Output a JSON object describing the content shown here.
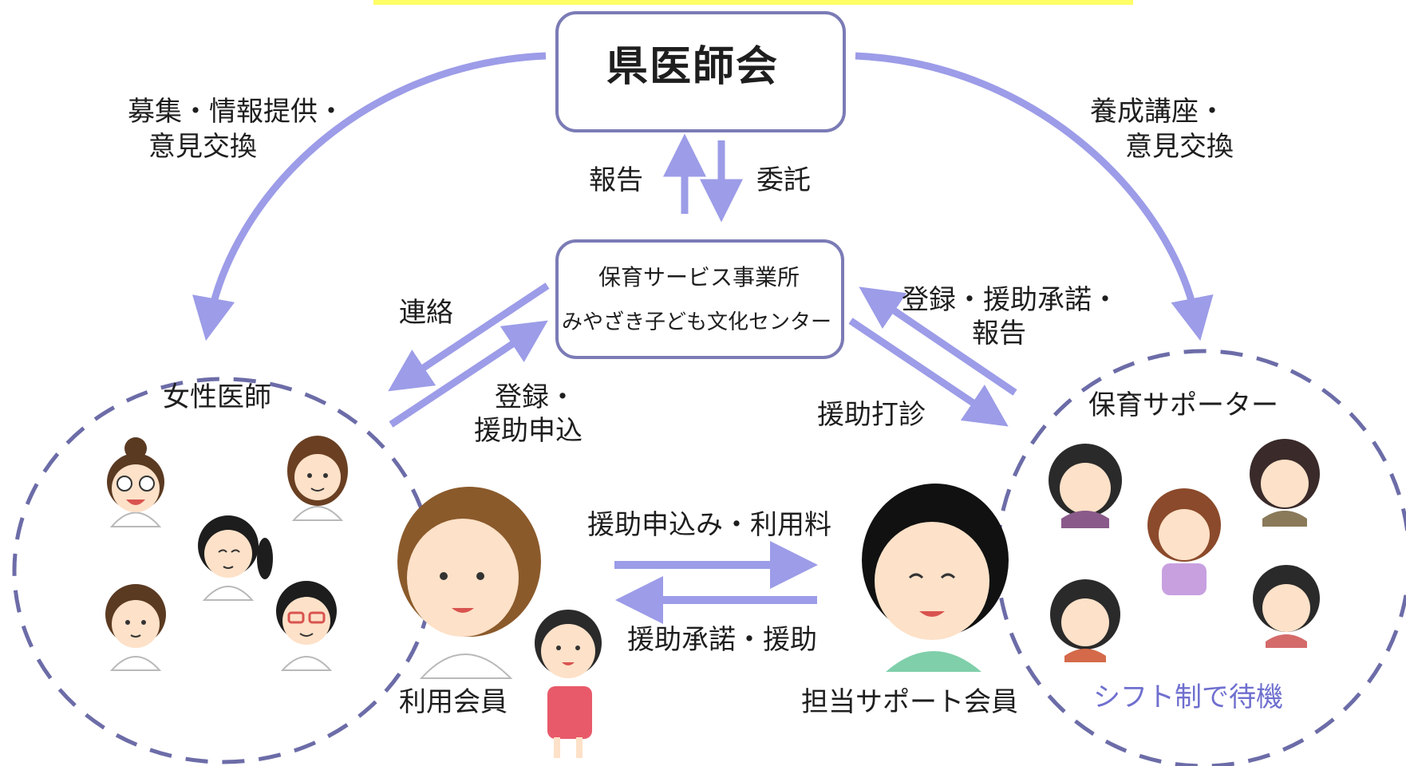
{
  "nodes": {
    "top": "県医師会",
    "center_line1": "保育サービス事業所",
    "center_line2": "みやざき子ども文化センター",
    "left_group": "女性医師",
    "right_group": "保育サポーター",
    "user_member": "利用会員",
    "support_member": "担当サポート会員"
  },
  "labels": {
    "top_left_line1": "募集・情報提供・",
    "top_left_line2": "意見交換",
    "top_right_line1": "養成講座・",
    "top_right_line2": "意見交換",
    "report": "報告",
    "commission": "委託",
    "contact": "連絡",
    "register_left_line1": "登録・",
    "register_left_line2": "援助申込",
    "register_right_line1": "登録・援助承諾・",
    "register_right_line2": "報告",
    "assist_inquiry": "援助打診",
    "request_fee": "援助申込み・利用料",
    "accept_assist": "援助承諾・援助",
    "shift": "シフト制で待機"
  },
  "colors": {
    "arrow": "#9c9ce8",
    "box_border": "#7b7bb6",
    "dashed_circle": "#6c6ca8",
    "highlight": "#ffff66",
    "shift_text": "#6f6fcf"
  }
}
